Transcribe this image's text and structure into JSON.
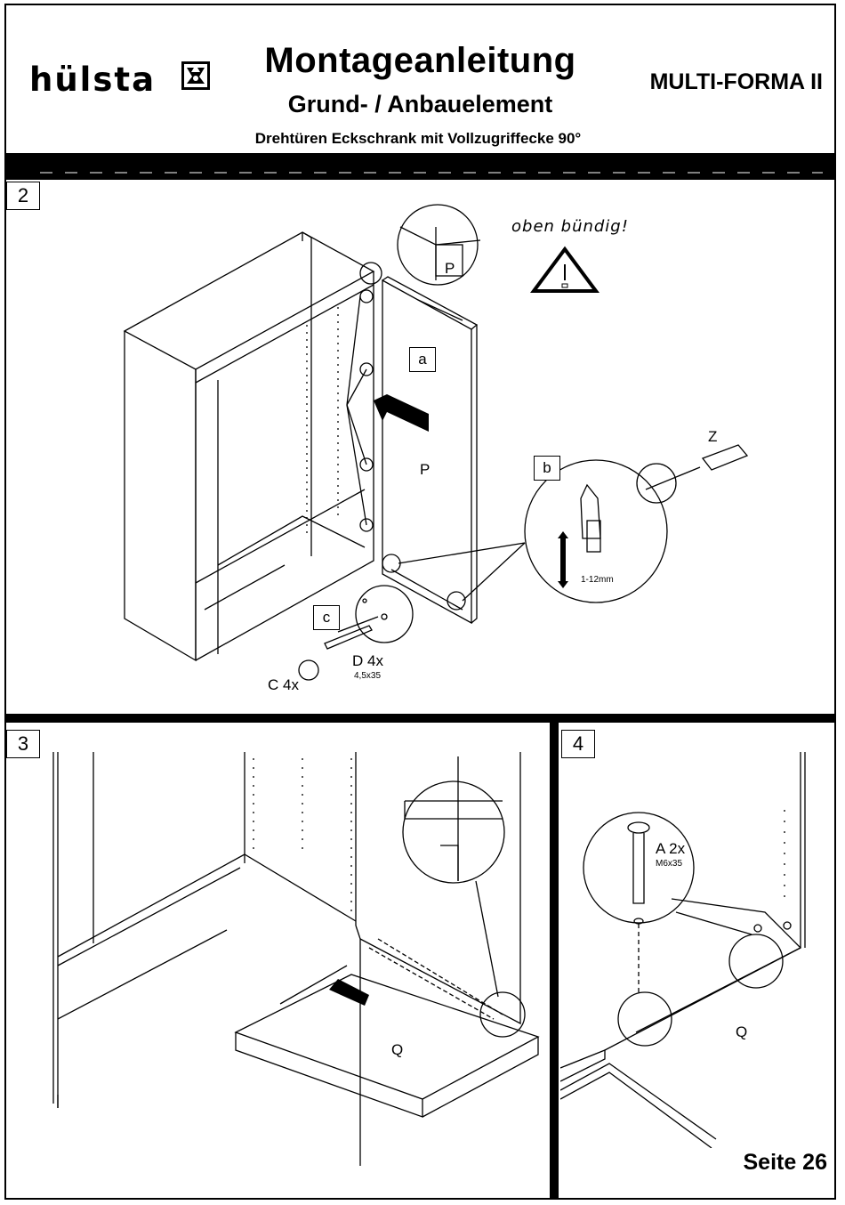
{
  "header": {
    "brand": "hülsta",
    "title": "Montageanleitung",
    "subtitle": "Grund- / Anbauelement",
    "series": "MULTI-FORMA II",
    "description": "Drehtüren Eckschrank mit Vollzugriffecke 90°"
  },
  "step2": {
    "number": "2",
    "note": "oben  bündig!",
    "part_p": "P",
    "detail_p": "P",
    "label_a": "a",
    "label_b": "b",
    "label_c": "c",
    "tool_z": "Z",
    "adjust_range": "1-12mm",
    "screw_d": "D 4x",
    "screw_d_size": "4,5x35",
    "cap_c": "C 4x"
  },
  "step3": {
    "number": "3",
    "part_q": "Q"
  },
  "step4": {
    "number": "4",
    "bolt_a": "A 2x",
    "bolt_a_size": "M6x35",
    "part_q": "Q"
  },
  "footer": {
    "page": "Seite 26"
  }
}
